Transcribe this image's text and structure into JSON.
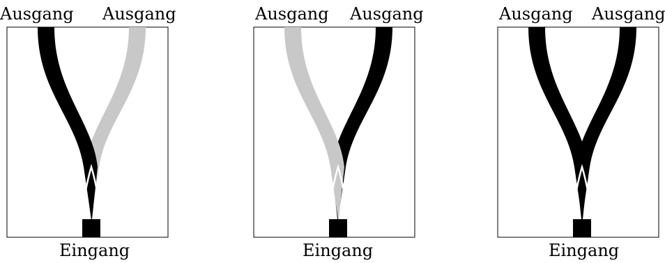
{
  "colors": {
    "active": "#000000",
    "inactive": "#c8c8c8",
    "frame": "#000000",
    "background": "#ffffff"
  },
  "panels": [
    {
      "out_left_label": "Ausgang",
      "out_right_label": "Ausgang",
      "in_label": "Eingang",
      "left_branch": "active",
      "right_branch": "inactive"
    },
    {
      "out_left_label": "Ausgang",
      "out_right_label": "Ausgang",
      "in_label": "Eingang",
      "left_branch": "inactive",
      "right_branch": "active"
    },
    {
      "out_left_label": "Ausgang",
      "out_right_label": "Ausgang",
      "in_label": "Eingang",
      "left_branch": "active",
      "right_branch": "active"
    }
  ]
}
